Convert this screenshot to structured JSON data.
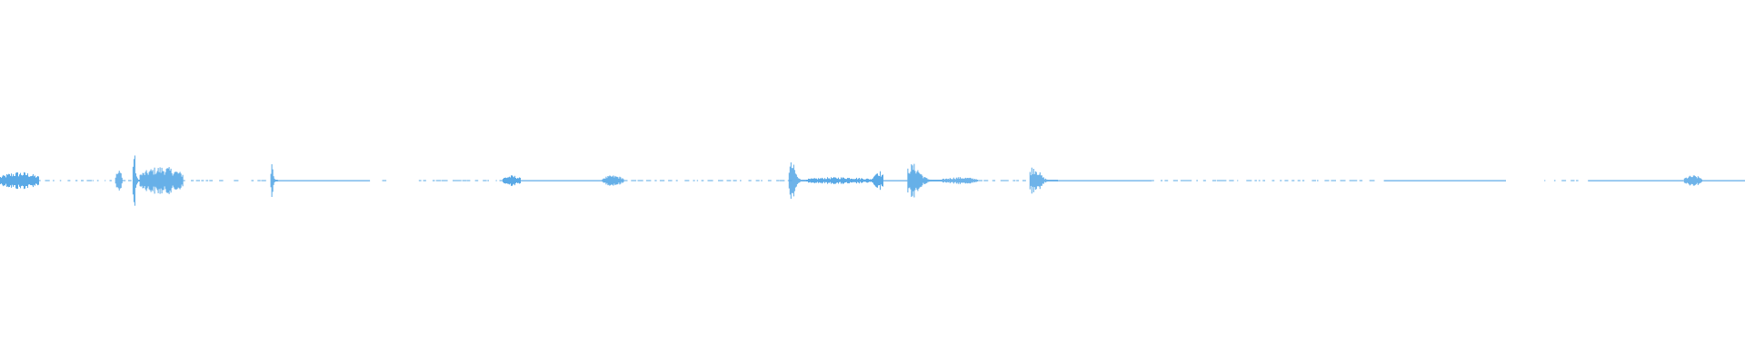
{
  "waveform": {
    "color": "#5aa9e6",
    "background": "#ffffff",
    "duration_fraction_ranges_note": "",
    "segments": [
      {
        "start": 0.0,
        "end": 0.022,
        "level": 0.05,
        "kind": "burst"
      },
      {
        "start": 0.022,
        "end": 0.066,
        "level": 0.01,
        "kind": "dotted"
      },
      {
        "start": 0.066,
        "end": 0.07,
        "level": 0.06,
        "kind": "burst"
      },
      {
        "start": 0.07,
        "end": 0.076,
        "level": 0.02,
        "kind": "dotted"
      },
      {
        "start": 0.076,
        "end": 0.08,
        "level": 0.16,
        "kind": "peak"
      },
      {
        "start": 0.08,
        "end": 0.105,
        "level": 0.08,
        "kind": "burst"
      },
      {
        "start": 0.105,
        "end": 0.126,
        "level": 0.01,
        "kind": "dotted"
      },
      {
        "start": 0.134,
        "end": 0.137,
        "level": 0.01,
        "kind": "dotted"
      },
      {
        "start": 0.144,
        "end": 0.15,
        "level": 0.01,
        "kind": "dotted"
      },
      {
        "start": 0.155,
        "end": 0.159,
        "level": 0.11,
        "kind": "peak"
      },
      {
        "start": 0.159,
        "end": 0.212,
        "level": 0.01,
        "kind": "line"
      },
      {
        "start": 0.219,
        "end": 0.221,
        "level": 0.01,
        "kind": "dotted"
      },
      {
        "start": 0.24,
        "end": 0.288,
        "level": 0.01,
        "kind": "dotted"
      },
      {
        "start": 0.288,
        "end": 0.298,
        "level": 0.03,
        "kind": "burst"
      },
      {
        "start": 0.298,
        "end": 0.345,
        "level": 0.01,
        "kind": "line"
      },
      {
        "start": 0.345,
        "end": 0.357,
        "level": 0.03,
        "kind": "burst"
      },
      {
        "start": 0.357,
        "end": 0.452,
        "level": 0.01,
        "kind": "dotted"
      },
      {
        "start": 0.452,
        "end": 0.462,
        "level": 0.1,
        "kind": "peak"
      },
      {
        "start": 0.462,
        "end": 0.5,
        "level": 0.02,
        "kind": "burst"
      },
      {
        "start": 0.5,
        "end": 0.506,
        "level": 0.06,
        "kind": "burst"
      },
      {
        "start": 0.506,
        "end": 0.52,
        "level": 0.01,
        "kind": "line"
      },
      {
        "start": 0.52,
        "end": 0.54,
        "level": 0.09,
        "kind": "peak"
      },
      {
        "start": 0.54,
        "end": 0.56,
        "level": 0.02,
        "kind": "burst"
      },
      {
        "start": 0.56,
        "end": 0.59,
        "level": 0.01,
        "kind": "dotted"
      },
      {
        "start": 0.59,
        "end": 0.606,
        "level": 0.08,
        "kind": "peak"
      },
      {
        "start": 0.606,
        "end": 0.66,
        "level": 0.01,
        "kind": "line"
      },
      {
        "start": 0.66,
        "end": 0.79,
        "level": 0.01,
        "kind": "dotted"
      },
      {
        "start": 0.793,
        "end": 0.863,
        "level": 0.01,
        "kind": "line"
      },
      {
        "start": 0.885,
        "end": 0.905,
        "level": 0.01,
        "kind": "dotted"
      },
      {
        "start": 0.91,
        "end": 0.965,
        "level": 0.01,
        "kind": "line"
      },
      {
        "start": 0.965,
        "end": 0.975,
        "level": 0.03,
        "kind": "burst"
      },
      {
        "start": 0.975,
        "end": 1.0,
        "level": 0.01,
        "kind": "line"
      }
    ]
  }
}
